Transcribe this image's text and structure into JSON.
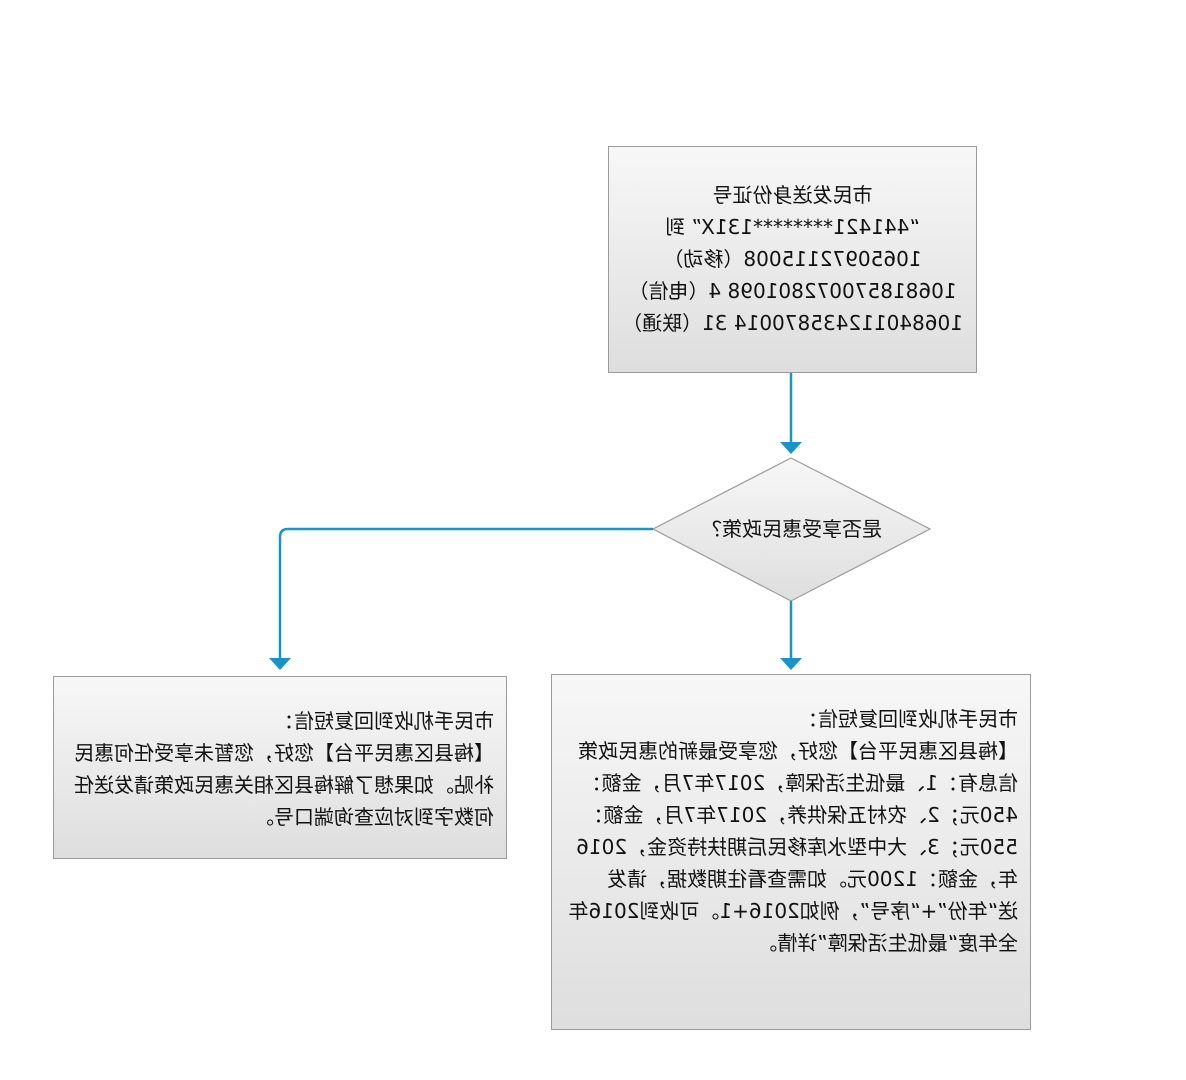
{
  "nodes": {
    "start": {
      "lines": [
        "市民发送身份证号",
        "“441421********131X” 到",
        "10650972115008（移动）",
        "106818570072801098 4（电信）",
        "106840112435870014 31（联通）"
      ]
    },
    "decision": {
      "text": "是否享受惠民政策？"
    },
    "no_reply": {
      "intro": "市民手机收到回复短信：",
      "body": "【梅县区惠民平台】您好，您暂未享受任何惠民补贴。如果想了解梅县区相关惠民政策请发送任何数字到对应查询端口号。"
    },
    "yes_reply": {
      "intro": "市民手机收到回复短信：",
      "body": "【梅县区惠民平台】您好，您享受最新的惠民政策信息有：1、最低生活保障，2017年7月，金额：450元；2、农村五保供养，2017年7月，金额：550元；3、大中型水库移民后期扶持资金，2016年，金额：1200元。如需查看往期数据，请发送“年份”+“序号”，例如2016+1。可收到2016年全年度“最低生活保障”详情。"
    }
  },
  "colors": {
    "connector": "#1a93c9",
    "box_border": "#9b9b9b",
    "box_fill_top": "#f7f7f7",
    "box_fill_bottom": "#dedede"
  }
}
